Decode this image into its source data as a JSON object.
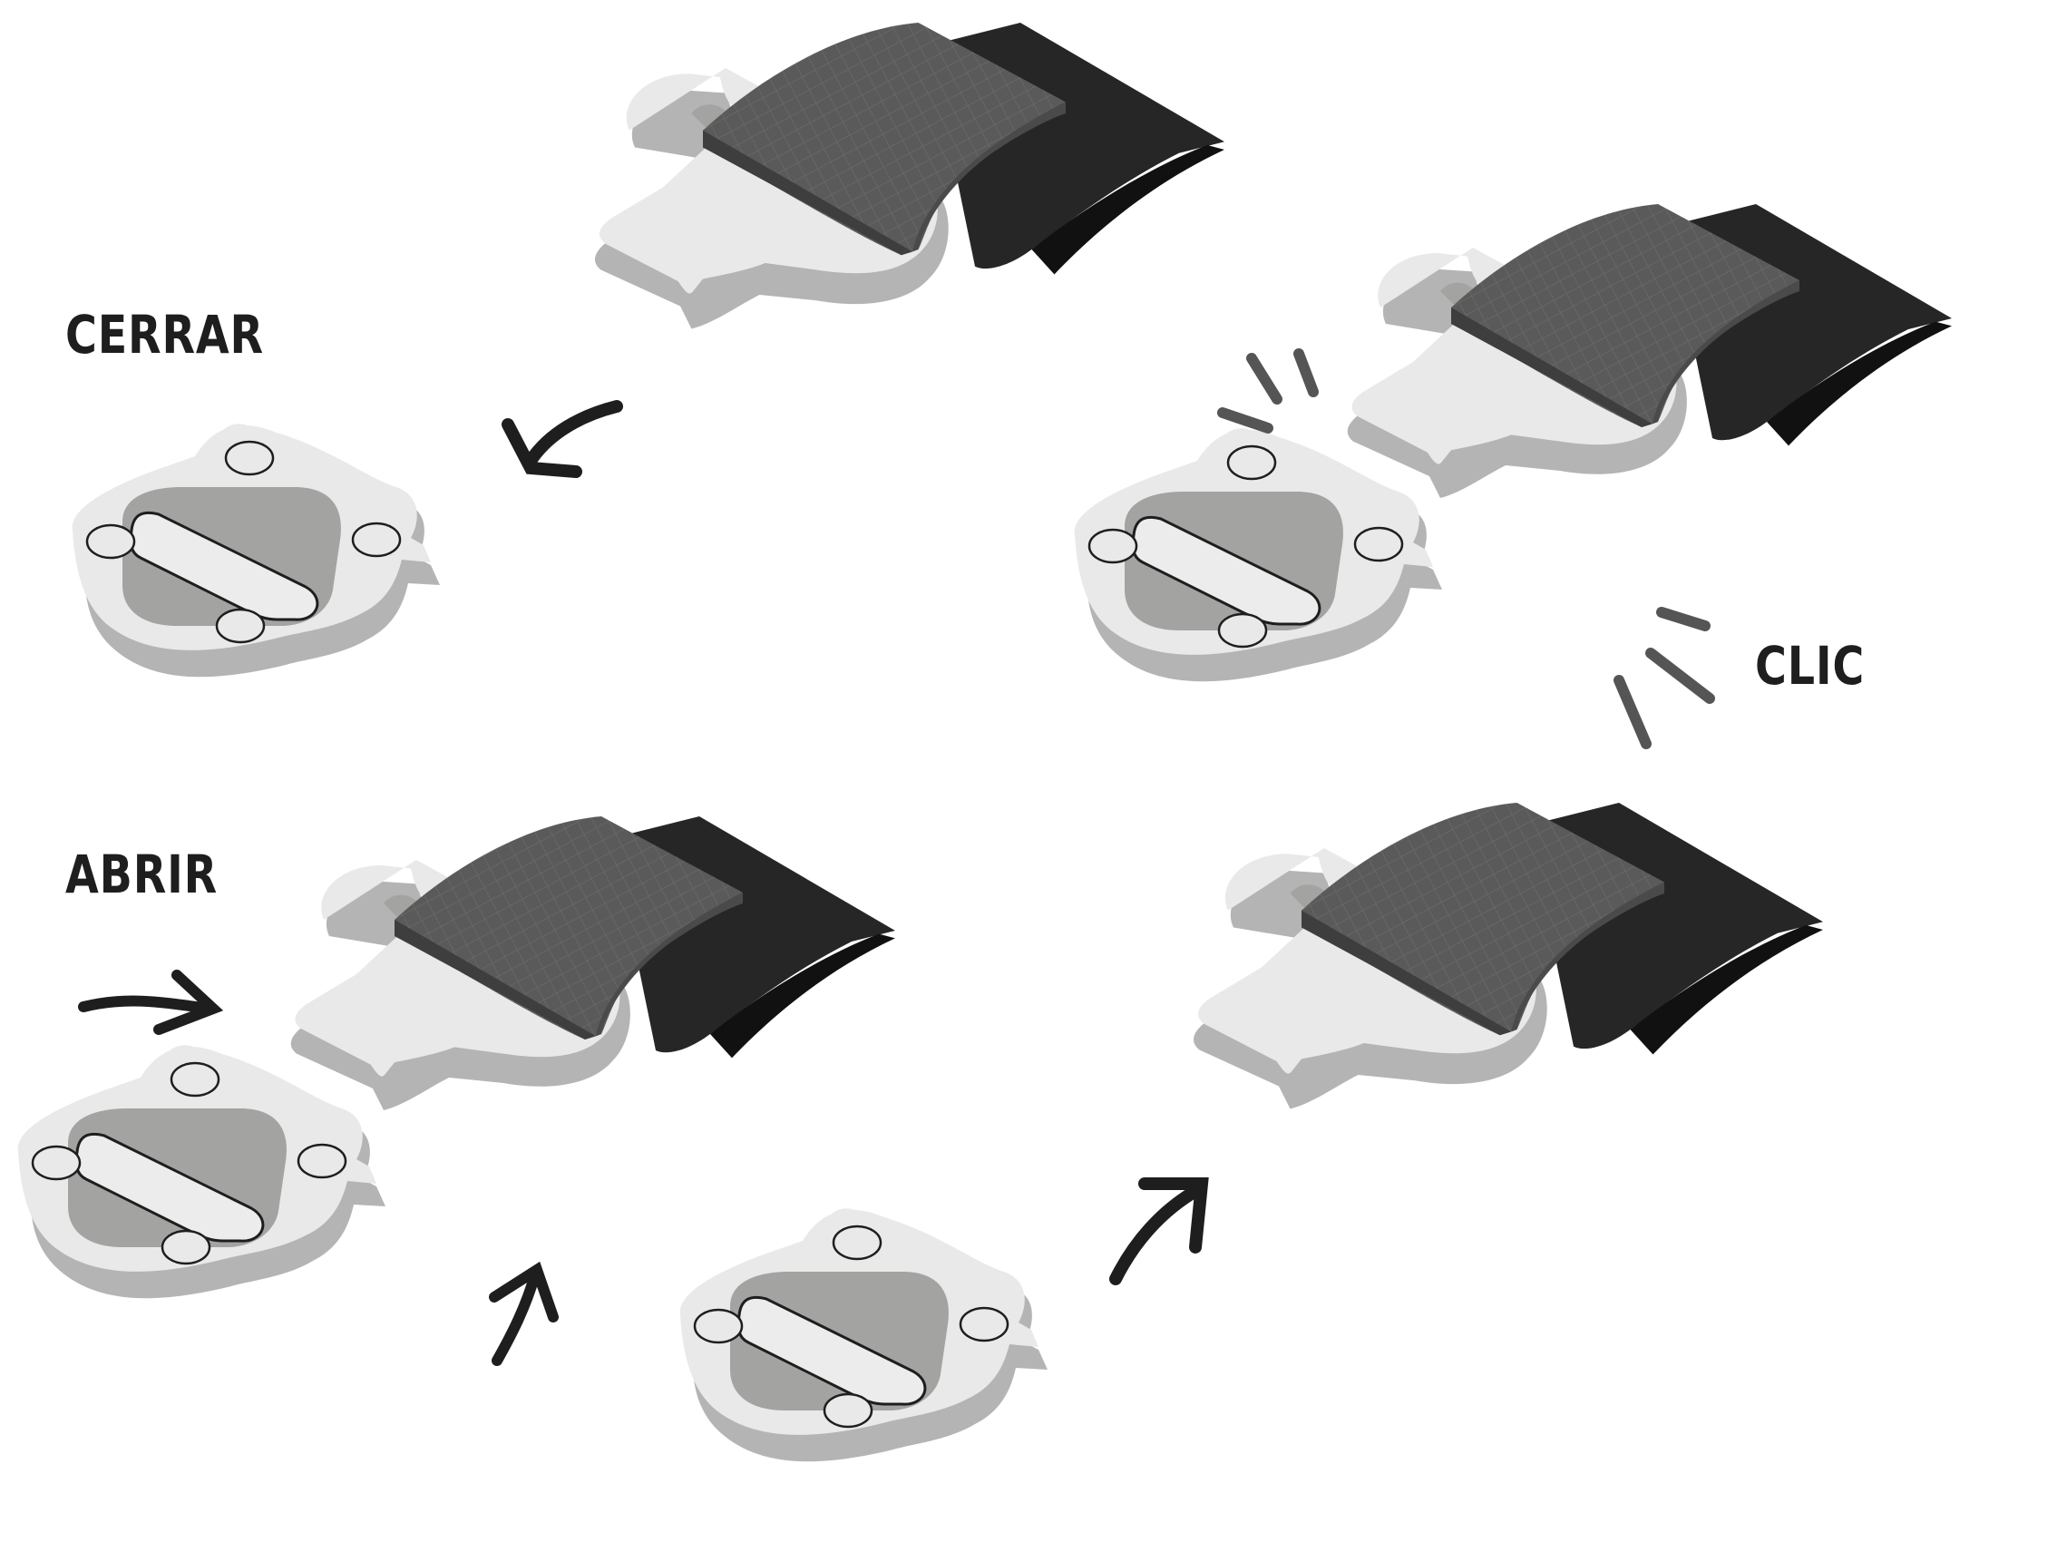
{
  "labels": {
    "close": "CERRAR",
    "click": "CLIC",
    "open": "ABRIR"
  },
  "colors": {
    "metal_top": "#e9e9e9",
    "metal_side": "#b4b4b4",
    "slot_shade": "#a3a3a2",
    "slot_face": "#ececec",
    "strap_face": "#5a5a5a",
    "strap_dark": "#262626",
    "strap_edge": "#3a3a3a",
    "ink": "#1e1e1e",
    "spark": "#555555"
  },
  "icons": {
    "arrow": "curved-arrow-icon",
    "click_marks": "click-sound-lines-icon"
  }
}
